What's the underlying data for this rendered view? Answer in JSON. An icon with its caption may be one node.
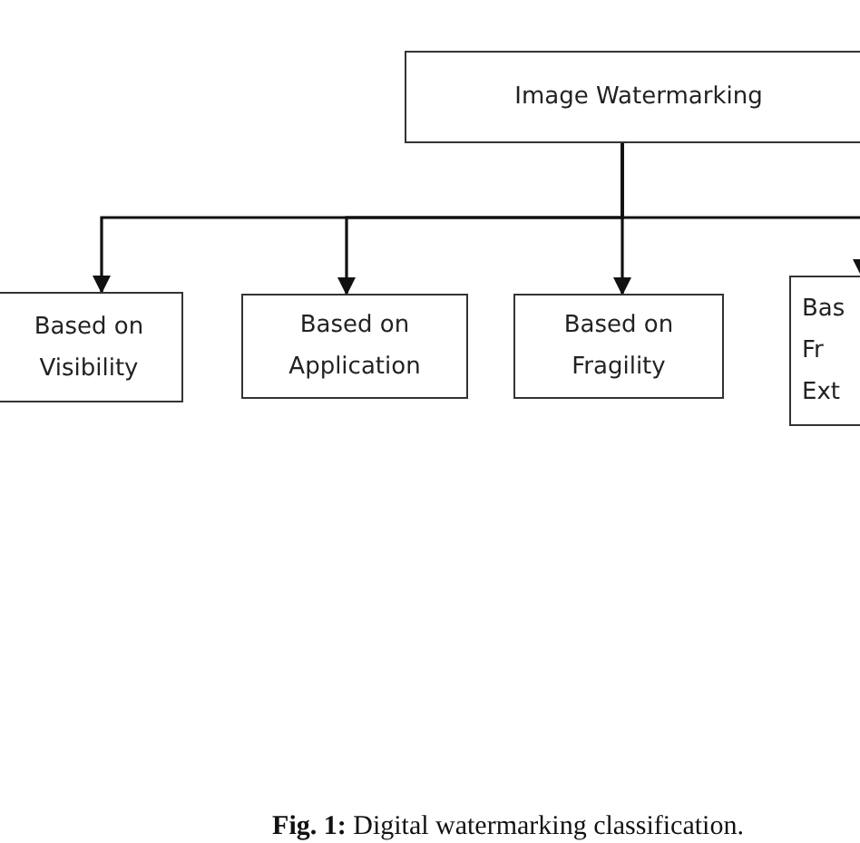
{
  "diagram": {
    "caption": "**Fig. 1:** Digital watermarking classification.",
    "nodes": [
      {
        "text": [
          "Image Watermarking"
        ]
      },
      {
        "text": [
          "Based on Visibility"
        ]
      },
      {
        "text": [
          "Based on Application"
        ]
      },
      {
        "text": [
          "Based on Fragility"
        ]
      },
      {
        "text": [
          "Bas Fr Ext"
        ]
      }
    ],
    "edges": [
      {
        "from": 0,
        "to": 1,
        "arrow": "to"
      },
      {
        "from": 0,
        "to": 2,
        "arrow": "to"
      },
      {
        "from": 0,
        "to": 3,
        "arrow": "to"
      },
      {
        "from": 0,
        "to": 4,
        "arrow": "to"
      }
    ]
  }
}
